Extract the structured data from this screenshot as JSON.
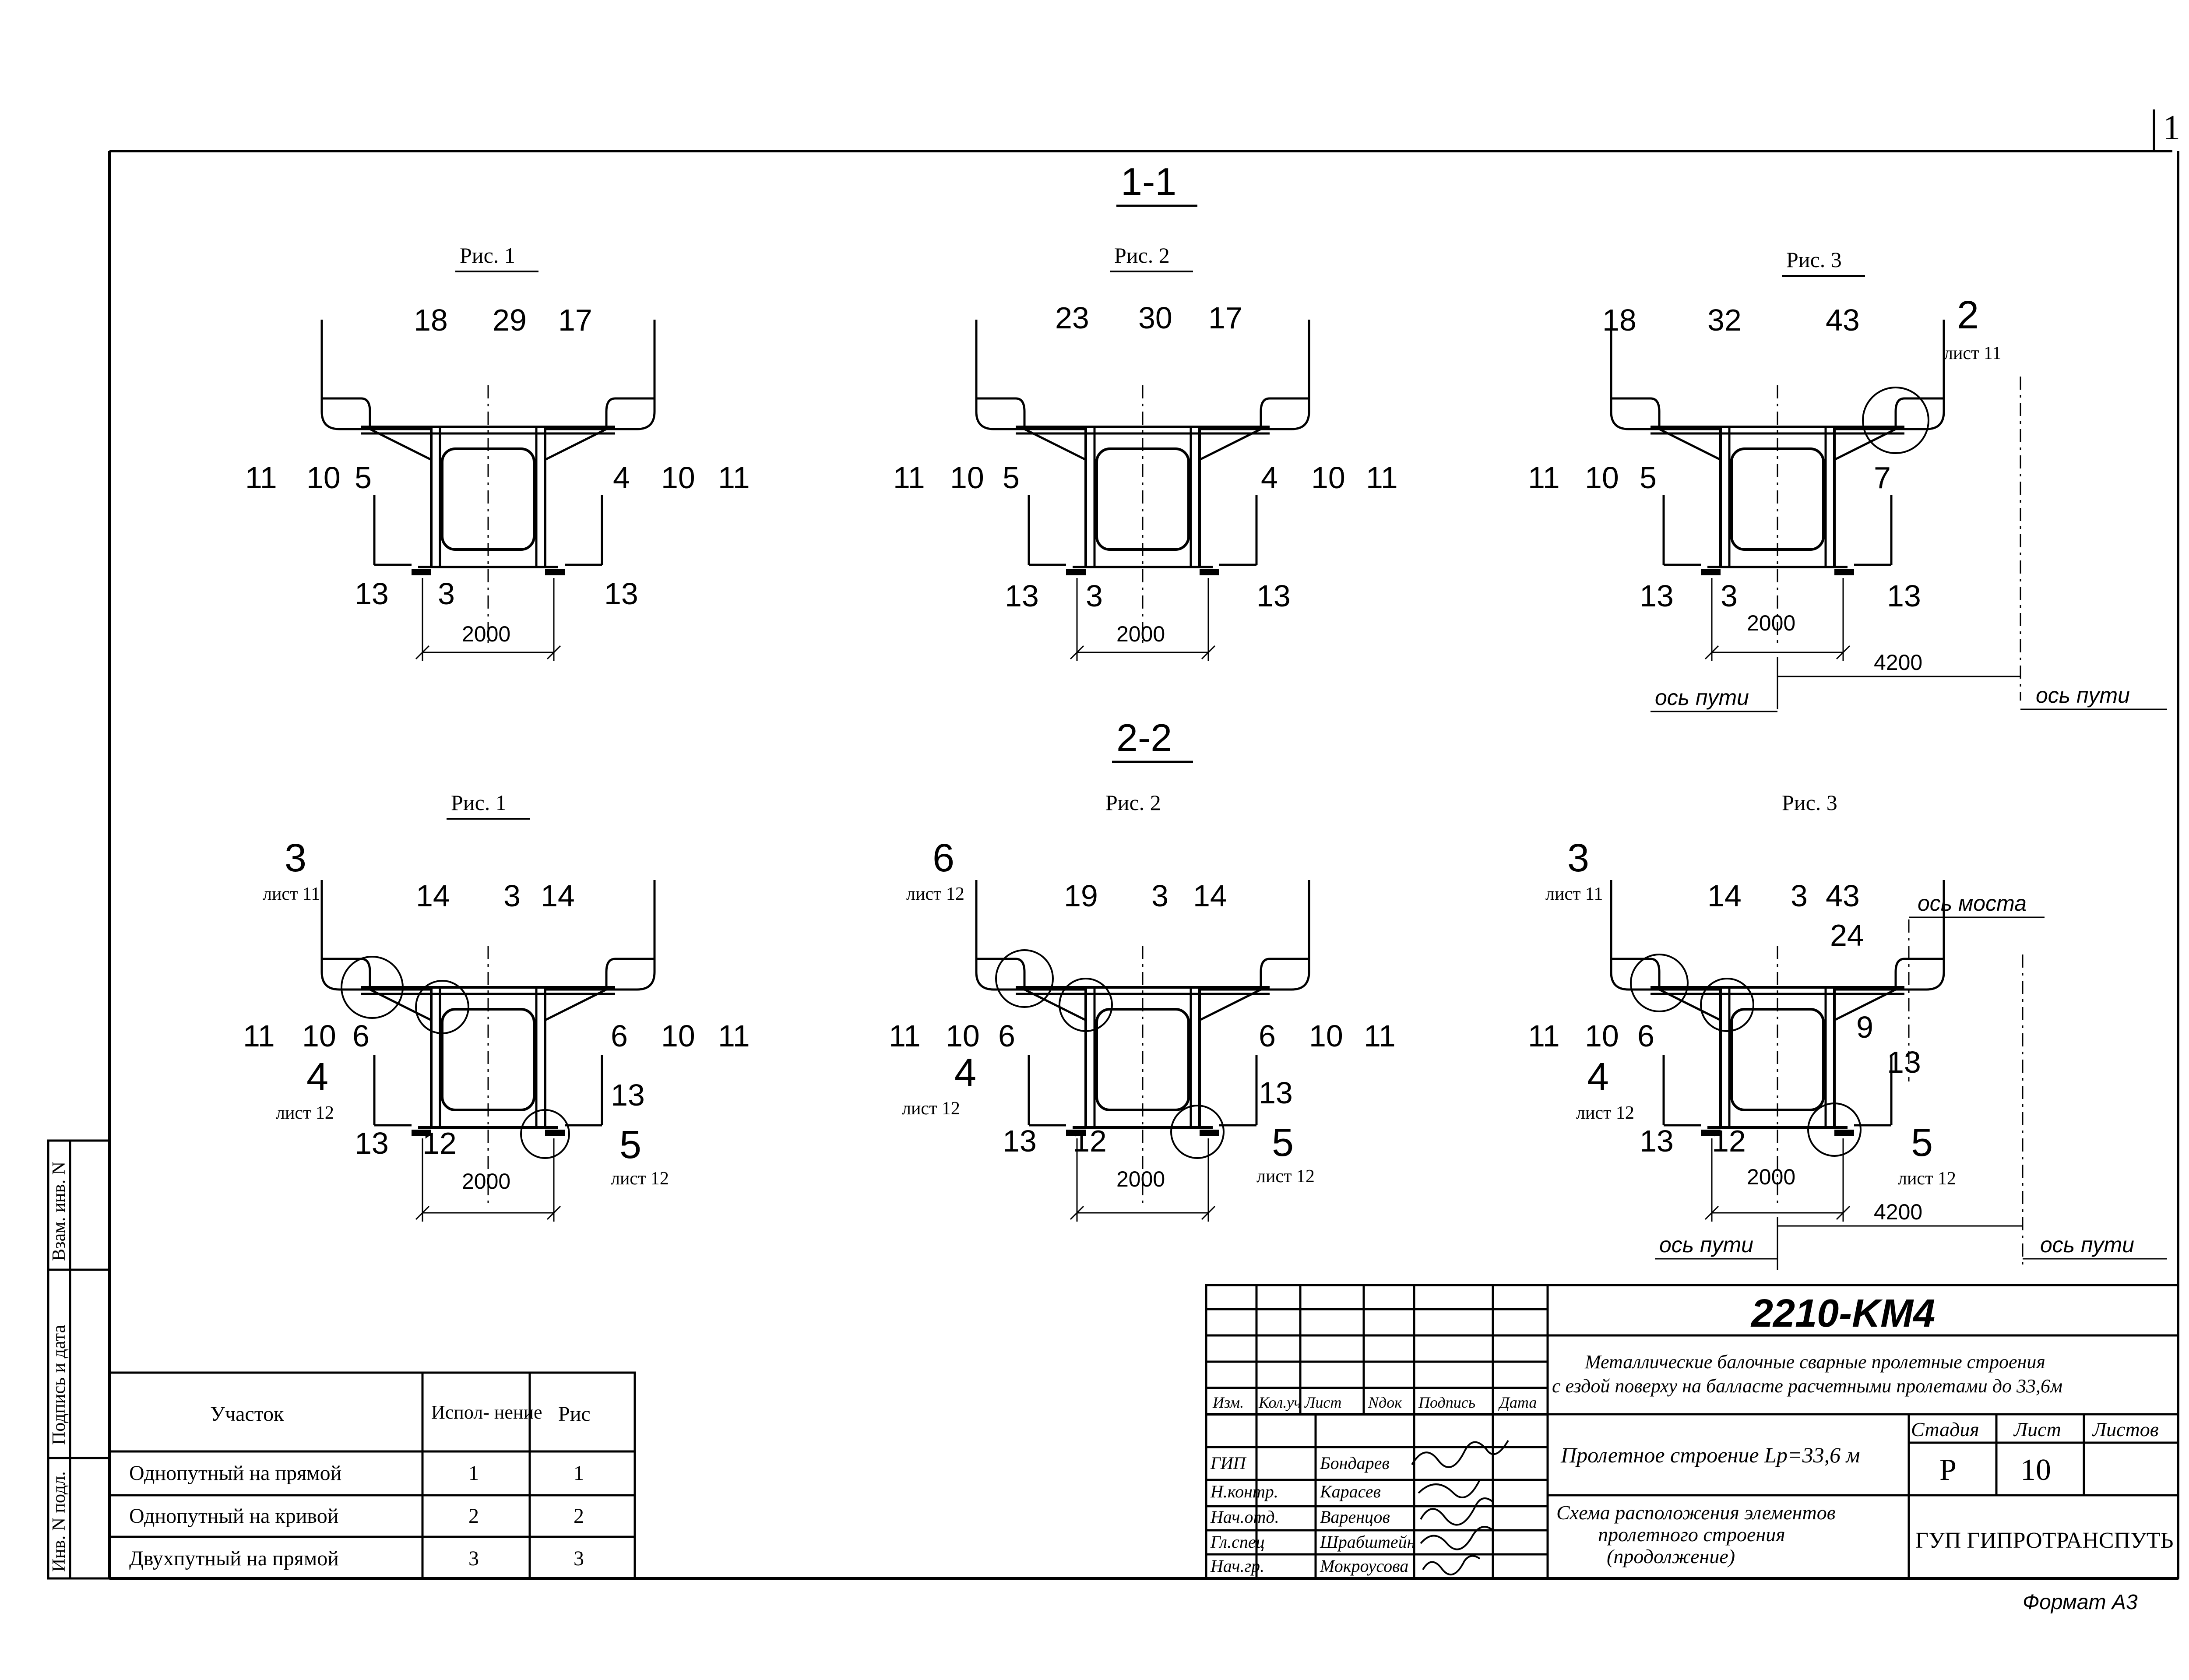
{
  "sheet_corner_number": "1",
  "section_1_1": {
    "title": "1-1",
    "figures": [
      {
        "caption": "Рис. 1",
        "top_labels": [
          "18",
          "29",
          "17"
        ],
        "left_labels": [
          "11",
          "10",
          "5"
        ],
        "right_labels": [
          "4",
          "10",
          "11"
        ],
        "bottom_labels": [
          "13",
          "3",
          "13"
        ],
        "dimension": "2000"
      },
      {
        "caption": "Рис. 2",
        "top_labels": [
          "23",
          "30",
          "17"
        ],
        "left_labels": [
          "11",
          "10",
          "5"
        ],
        "right_labels": [
          "4",
          "10",
          "11"
        ],
        "bottom_labels": [
          "13",
          "3",
          "13"
        ],
        "dimension": "2000"
      },
      {
        "caption": "Рис. 3",
        "top_labels": [
          "18",
          "32",
          "43"
        ],
        "callout_number": "2",
        "callout_sheet": "лист 11",
        "left_labels": [
          "11",
          "10",
          "5"
        ],
        "right_labels": [
          "7"
        ],
        "bottom_labels": [
          "13",
          "3",
          "13"
        ],
        "dimension": "2000",
        "dimension_track": "4200",
        "axis_left": "ось пути",
        "axis_right": "ось пути"
      }
    ]
  },
  "section_2_2": {
    "title": "2-2",
    "figures": [
      {
        "caption": "Рис. 1",
        "callout_a_number": "3",
        "callout_a_sheet": "лист 11",
        "top_labels": [
          "14",
          "3",
          "14"
        ],
        "left_labels": [
          "11",
          "10",
          "6"
        ],
        "right_labels": [
          "6",
          "10",
          "11"
        ],
        "callout_b_number": "4",
        "callout_b_sheet": "лист 12",
        "bottom_labels": [
          "13",
          "12",
          "13"
        ],
        "callout_c_number": "5",
        "callout_c_sheet": "лист 12",
        "dimension": "2000"
      },
      {
        "caption": "Рис. 2",
        "callout_a_number": "6",
        "callout_a_sheet": "лист 12",
        "top_labels": [
          "19",
          "3",
          "14"
        ],
        "left_labels": [
          "11",
          "10",
          "6"
        ],
        "right_labels": [
          "6",
          "10",
          "11"
        ],
        "callout_b_number": "4",
        "callout_b_sheet": "лист 12",
        "bottom_labels": [
          "13",
          "12",
          "13"
        ],
        "callout_c_number": "5",
        "callout_c_sheet": "лист 12",
        "dimension": "2000"
      },
      {
        "caption": "Рис. 3",
        "callout_a_number": "3",
        "callout_a_sheet": "лист 11",
        "top_labels": [
          "14",
          "3",
          "43"
        ],
        "extra_labels": [
          "24",
          "9",
          "13"
        ],
        "bridge_axis": "ось моста",
        "left_labels": [
          "11",
          "10",
          "6"
        ],
        "callout_b_number": "4",
        "callout_b_sheet": "лист 12",
        "bottom_labels": [
          "13",
          "12"
        ],
        "callout_c_number": "5",
        "callout_c_sheet": "лист 12",
        "dimension": "2000",
        "dimension_track": "4200",
        "axis_left": "ось пути",
        "axis_right": "ось пути"
      }
    ]
  },
  "side_stamp": {
    "labels": [
      "Взам. инв. N",
      "Подпись и дата",
      "Инв. N подл."
    ]
  },
  "variants_table": {
    "headers": [
      "Участок",
      "Испол- нение",
      "Рис"
    ],
    "rows": [
      [
        "Однопутный на прямой",
        "1",
        "1"
      ],
      [
        "Однопутный на кривой",
        "2",
        "2"
      ],
      [
        "Двухпутный на прямой",
        "3",
        "3"
      ]
    ]
  },
  "title_block": {
    "code": "2210-KM4",
    "project_line1": "Металлические балочные сварные пролетные строения",
    "project_line2": "с ездой поверху на балласте расчетными пролетами до 33,6м",
    "column_headers": [
      "Изм.",
      "Кол.уч",
      "Лист",
      "Nдок",
      "Подпись",
      "Дата"
    ],
    "roles": [
      "ГИП",
      "Н.контр.",
      "Нач.отд.",
      "Гл.спец",
      "Нач.гр."
    ],
    "names": [
      "Бондарев",
      "Карасев",
      "Варенцов",
      "Шрабштейн",
      "Мокроусова"
    ],
    "object_name": "Пролетное строение Lp=33,6 м",
    "sheet_title": "Схема расположения элементов пролетного строения (продолжение)",
    "stage_label": "Стадия",
    "sheet_label": "Лист",
    "sheets_label": "Листов",
    "stage": "Р",
    "sheet": "10",
    "sheets": "",
    "organization": "ГУП ГИПРОТРАНСПУТЬ",
    "format": "Формат А3"
  }
}
